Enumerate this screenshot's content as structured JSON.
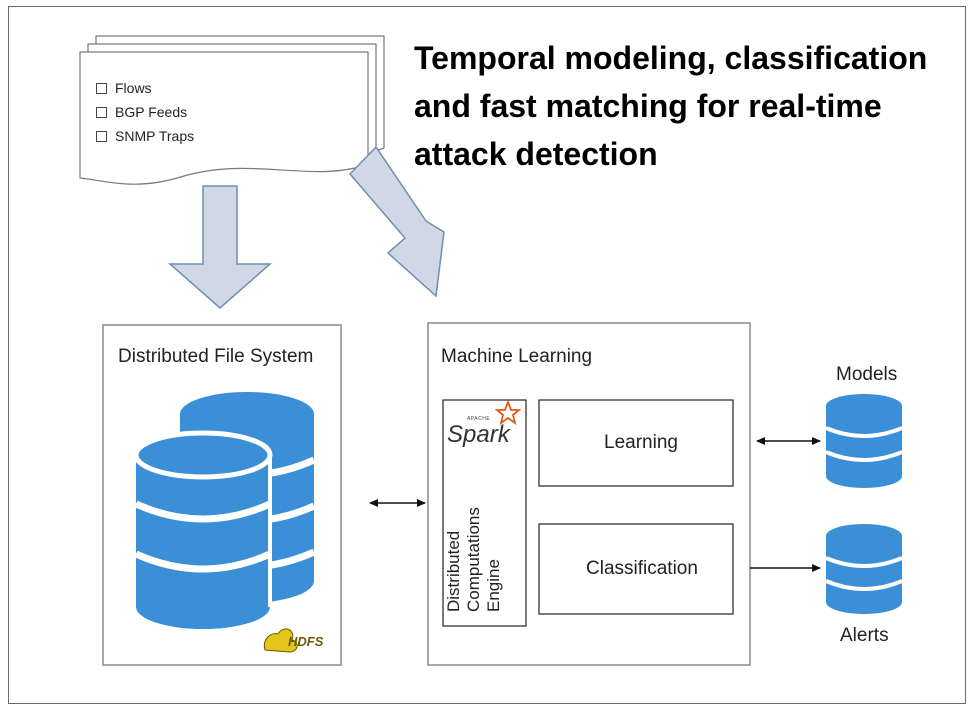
{
  "headline": {
    "line1": "Temporal modeling, classification",
    "line2": "and fast matching for real-time",
    "line3": "attack detection"
  },
  "sources": {
    "items": [
      "Flows",
      "BGP Feeds",
      "SNMP Traps"
    ]
  },
  "dfs": {
    "label": "Distributed File System",
    "logo_text": "HDFS"
  },
  "ml": {
    "label": "Machine Learning",
    "spark_logo": "Spark",
    "spark_small": "APACHE",
    "engine_lines": [
      "Distributed",
      "Computations",
      "Engine"
    ],
    "learning_label": "Learning",
    "classification_label": "Classification"
  },
  "outputs": {
    "models_label": "Models",
    "alerts_label": "Alerts"
  },
  "colors": {
    "database_blue": "#3a8fd6",
    "arrow_fill": "#cfd8e4",
    "arrow_stroke": "#6e8fb0",
    "box_stroke": "#8a8a8a"
  },
  "icons": [
    "database-icon",
    "spark-logo",
    "hdfs-logo",
    "document-stack-icon"
  ]
}
